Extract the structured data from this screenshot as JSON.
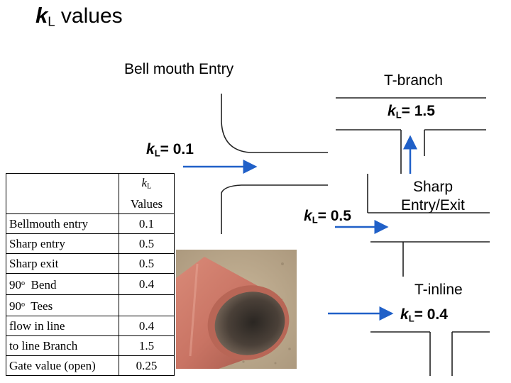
{
  "title": {
    "k": "k",
    "sub": "L",
    "text": " values"
  },
  "diagram": {
    "bell_mouth_label": "Bell mouth Entry",
    "tbranch_label": "T-branch",
    "sharp_exit_label": [
      "Sharp",
      "Entry/Exit"
    ],
    "tinline_label": "T-inline",
    "kl_bell": {
      "k": "k",
      "sub": "L",
      "value": "= 0.1"
    },
    "kl_tbranch": {
      "k": "k",
      "sub": "L",
      "value": "= 1.5"
    },
    "kl_sharp": {
      "k": "k",
      "sub": "L",
      "value": "= 0.5"
    },
    "kl_tinline": {
      "k": "k",
      "sub": "L",
      "value": "= 0.4"
    },
    "arrow_color": "#2060c8"
  },
  "table": {
    "header": {
      "k": "k",
      "sub": "L",
      "line2": "Values"
    },
    "rows": [
      {
        "name": "Bellmouth entry",
        "value": "0.1"
      },
      {
        "name": "Sharp entry",
        "value": "0.5"
      },
      {
        "name": "Sharp exit",
        "value": "0.5"
      },
      {
        "name_pre": "90",
        "name_sup": "o",
        "name_post": "  Bend",
        "value": "0.4"
      },
      {
        "name_pre": "90",
        "name_sup": "o",
        "name_post": "  Tees",
        "value": ""
      },
      {
        "name": "flow in line",
        "value": "0.4"
      },
      {
        "name": "to line Branch",
        "value": "1.5"
      },
      {
        "name": "Gate value (open)",
        "value": "0.25"
      }
    ]
  }
}
